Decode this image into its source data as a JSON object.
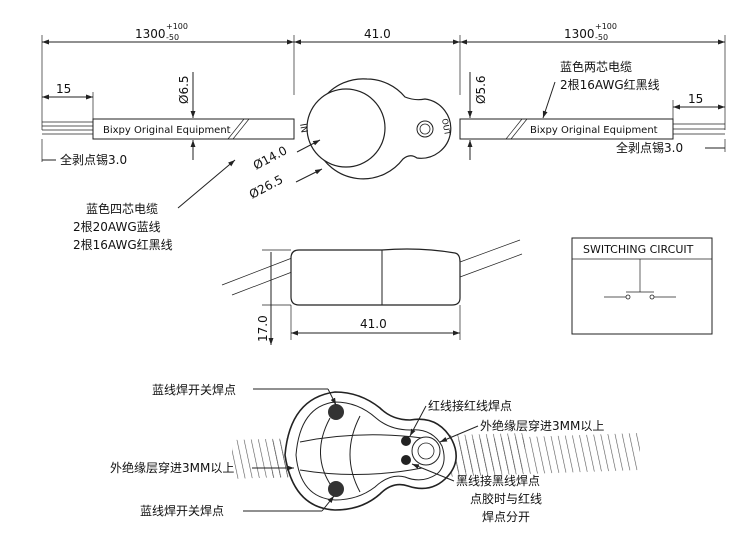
{
  "top_view": {
    "dim_left_length": "1300",
    "dim_left_tol_plus": "+100",
    "dim_left_tol_minus": "-50",
    "dim_center": "41.0",
    "dim_right_length": "1300",
    "dim_right_tol_plus": "+100",
    "dim_right_tol_minus": "-50",
    "dim_strip_left": "15",
    "dim_strip_right": "15",
    "dia_left_cable": "Ø6.5",
    "dia_right_cable": "Ø5.6",
    "dia_inner": "Ø14.0",
    "dia_outer": "Ø26.5",
    "label_in": "IN",
    "label_out": "OUT",
    "cable_print_left": "Bixpy Original Equipment",
    "cable_print_right": "Bixpy Original Equipment",
    "strip_note_left": "全剥点锡3.0",
    "strip_note_right": "全剥点锡3.0",
    "right_cable_note_line1": "蓝色两芯电缆",
    "right_cable_note_line2": "2根16AWG红黑线",
    "left_cable_note_line1": "蓝色四芯电缆",
    "left_cable_note_line2": "2根20AWG蓝线",
    "left_cable_note_line3": "2根16AWG红黑线"
  },
  "side_view": {
    "dim_height": "17.0",
    "dim_width": "41.0"
  },
  "schematic": {
    "title": "SWITCHING CIRCUIT"
  },
  "detail_view": {
    "note_top_left": "蓝线焊开关焊点",
    "note_red": "红线接红线焊点",
    "note_insulation_right": "外绝缘层穿进3MM以上",
    "note_insulation_left": "外绝缘层穿进3MM以上",
    "note_black_line1": "黑线接黑线焊点",
    "note_black_line2": "点胶时与红线",
    "note_black_line3": "焊点分开",
    "note_bottom_left": "蓝线焊开关焊点"
  }
}
